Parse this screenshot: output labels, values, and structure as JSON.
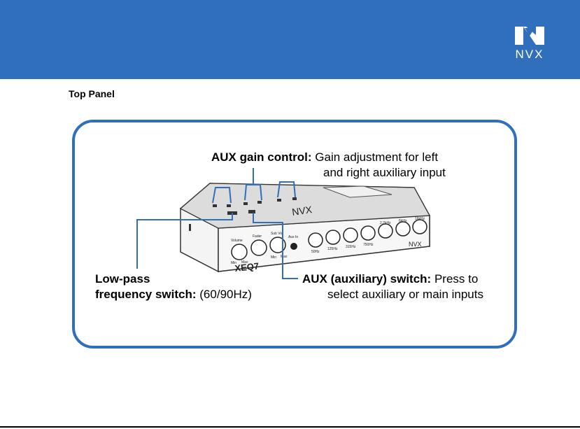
{
  "brand": {
    "name": "NVX",
    "logo_icon": "nvx-logo-icon"
  },
  "page": {
    "section_title": "Top Panel"
  },
  "device": {
    "model": "XEQ7",
    "badge": "NVX",
    "knob_labels": [
      "Volume",
      "Fader",
      "Sub Vol"
    ],
    "knob_range_labels": [
      "Min",
      "Max",
      "Min",
      "Max"
    ],
    "aux_in_label": "Aux In",
    "eq_band_labels": [
      "50Hz",
      "125Hz",
      "315Hz",
      "750Hz",
      "2.2kHz",
      "6kHz",
      "16kHz"
    ]
  },
  "callouts": {
    "aux_gain": {
      "title": "AUX gain control:",
      "line1": " Gain adjustment for left",
      "line2": "and right auxiliary input"
    },
    "low_pass": {
      "title_line1": "Low-pass",
      "title_line2": "frequency switch:",
      "detail": " (60/90Hz)"
    },
    "aux_switch": {
      "title": "AUX (auxiliary) switch:",
      "line1": " Press to",
      "line2": "select auxiliary or main inputs"
    }
  },
  "colors": {
    "banner": "#2f6fbb",
    "frame": "#2f6fbb",
    "leader": "#2f6fbb"
  }
}
